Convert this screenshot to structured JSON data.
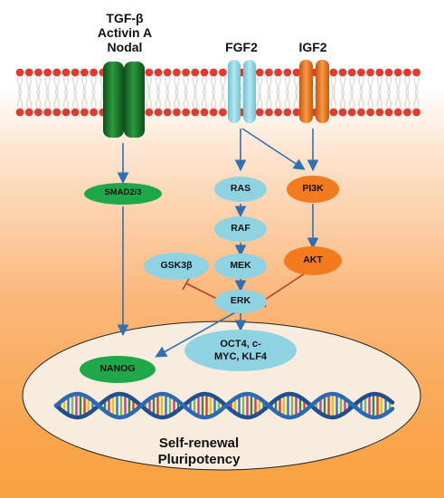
{
  "ligands": {
    "tgf_beta": "TGF-β",
    "activin_a": "Activin A",
    "nodal": "Nodal",
    "fgf2": "FGF2",
    "igf2": "IGF2"
  },
  "nodes": {
    "smad": "SMAD2/3",
    "ras": "RAS",
    "raf": "RAF",
    "mek": "MEK",
    "erk": "ERK",
    "gsk3b": "GSK3β",
    "pi3k": "PI3K",
    "akt": "AKT",
    "nanog": "NANOG",
    "oct4_line1": "OCT4, c-",
    "oct4_line2": "MYC, KLF4"
  },
  "outcome": {
    "line1": "Self-renewal",
    "line2": "Pluripotency"
  },
  "colors": {
    "membrane_head": "#e23a2e",
    "receptor_tgf": "#1c7a2e",
    "receptor_fgf": "#8fd3e0",
    "receptor_igf": "#f07a1a",
    "node_green": "#1ea84a",
    "node_blue": "#8fd2e2",
    "node_orange": "#f27b20",
    "arrow_blue": "#2f6fb5",
    "inhibit_red": "#c0392b",
    "nucleus_fill": "#f7ecde"
  }
}
